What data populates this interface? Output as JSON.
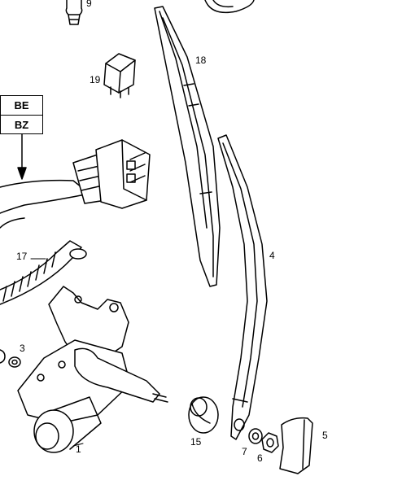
{
  "diagram": {
    "callouts": {
      "part_9": "9",
      "part_18": "18",
      "part_19": "19",
      "part_17": "17",
      "part_4": "4",
      "part_3": "3",
      "part_1": "1",
      "part_15": "15",
      "part_7": "7",
      "part_6": "6",
      "part_5": "5"
    },
    "variant_codes": [
      "BE",
      "BZ"
    ]
  }
}
